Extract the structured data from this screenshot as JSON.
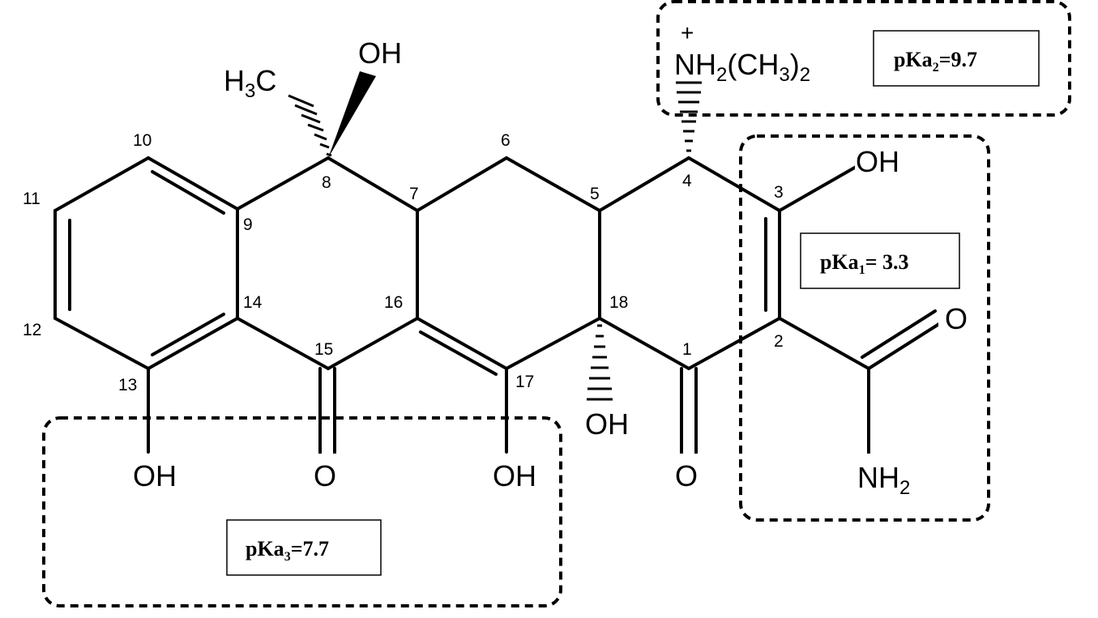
{
  "atom_labels": {
    "h3c_h": "H",
    "h3c_3": "3",
    "h3c_c": "C",
    "oh_top": "OH",
    "n_plus": "+",
    "n_main": "NH",
    "n_sub2": "2",
    "n_ch": "(CH",
    "n_sub3": "3",
    "n_close": ")",
    "n_sub2b": "2",
    "oh_c3": "OH",
    "o_amide": "O",
    "nh2_n": "NH",
    "nh2_sub": "2",
    "oh_c13": "OH",
    "o_c15": "O",
    "oh_c17": "OH",
    "oh_c18": "OH",
    "o_c1": "O"
  },
  "atom_numbers": [
    "1",
    "2",
    "3",
    "4",
    "5",
    "6",
    "7",
    "8",
    "9",
    "10",
    "11",
    "12",
    "13",
    "14",
    "15",
    "16",
    "17",
    "18"
  ],
  "pka_boxes": {
    "pka1": {
      "prefix": "pKa",
      "sub": "1",
      "value": "= 3.3"
    },
    "pka2": {
      "prefix": "pKa",
      "sub": "2",
      "value": "=9.7"
    },
    "pka3": {
      "prefix": "pKa",
      "sub": "3",
      "value": "=7.7"
    }
  },
  "colors": {
    "ink": "#000000",
    "background": "#ffffff"
  }
}
